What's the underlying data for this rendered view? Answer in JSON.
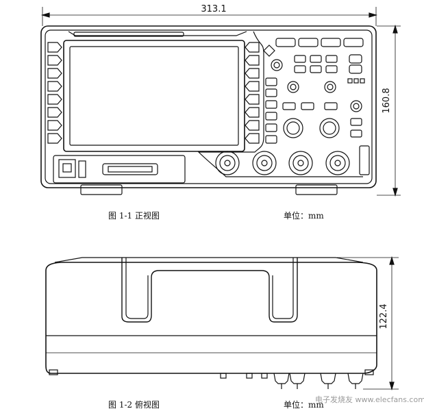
{
  "front_view": {
    "width_dim": "313.1",
    "height_dim": "160.8",
    "caption": "图 1-1 正视图",
    "unit": "单位：mm"
  },
  "top_view": {
    "height_dim": "122.4",
    "caption": "图 1-2 俯视图",
    "unit": "单位：mm"
  },
  "watermark": "电子发烧友 www.elecfans.com"
}
